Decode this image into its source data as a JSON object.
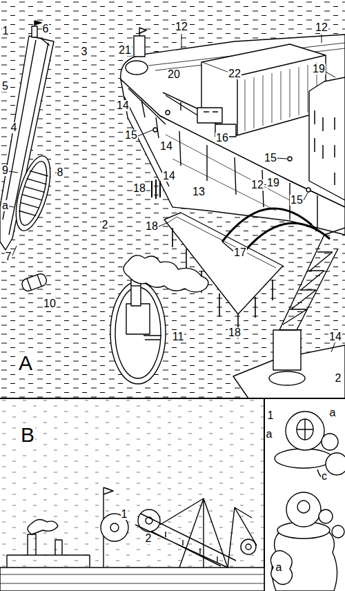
{
  "diagram": {
    "labels": [
      "1",
      "6",
      "12",
      "12",
      "3",
      "21",
      "20",
      "22",
      "19",
      "5",
      "14",
      "4",
      "15",
      "16",
      "14",
      "15",
      "9",
      "8",
      "14",
      "19",
      "18",
      "13",
      "12",
      "15",
      "a",
      "2",
      "18",
      "17",
      "7",
      "10",
      "18",
      "14",
      "11",
      "A",
      "2",
      "B",
      "1",
      "a",
      "a",
      "c",
      "1",
      "2",
      "a"
    ]
  }
}
